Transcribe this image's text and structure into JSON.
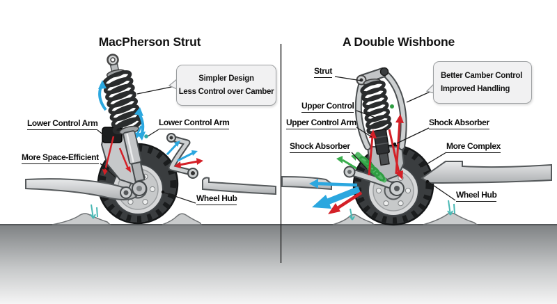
{
  "left_panel": {
    "title": "MacPherson Strut",
    "callout_line1": "Simpler Design",
    "callout_line2": "Less Control over Camber",
    "label_lower_control_arm_left": "Lower Control Arm",
    "label_lower_control_arm_right": "Lower Control Arm",
    "label_more_space_efficient": "More Space-Efficient",
    "label_wheel_hub": "Wheel Hub"
  },
  "right_panel": {
    "title": "A Double Wishbone",
    "callout_line1": "Better Camber Control",
    "callout_line2": "Improved Handling",
    "label_strut": "Strut",
    "label_upper_control": "Upper Control",
    "label_upper_control_arm": "Upper Control Arm",
    "label_shock_absorber_right": "Shock Absorber",
    "label_shock_absorber_left": "Shock Absorber",
    "label_more_complex": "More Complex",
    "label_wheel_hub": "Wheel Hub"
  },
  "colors": {
    "arrow_blue": "#2ba7df",
    "arrow_red": "#d42027",
    "arrow_green": "#3bae4e",
    "arrow_teal": "#49b8b4",
    "metal_gray": "#c9cbcd",
    "tire_gray": "#3a3d3f",
    "callout_bg": "#f1f1f2",
    "ground_top": "#7e8183"
  }
}
